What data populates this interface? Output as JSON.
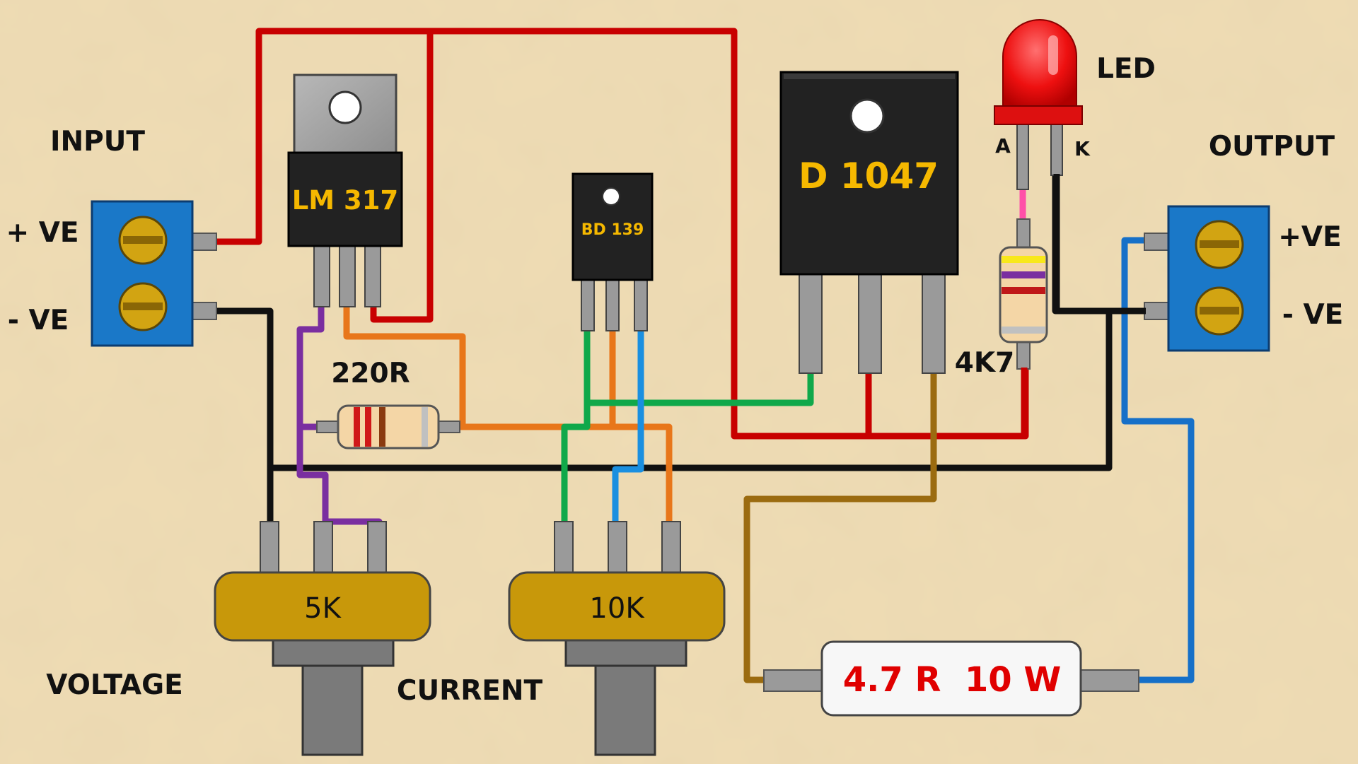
{
  "colors": {
    "background": "#efdcb4",
    "wire_red": "#c80000",
    "wire_black": "#111111",
    "wire_purple": "#7a2ea0",
    "wire_orange": "#e8761a",
    "wire_green": "#10a84a",
    "wire_blue": "#1a8fe0",
    "wire_brown": "#9b6b10",
    "wire_pink": "#ff4fa8",
    "wire_dark_blue": "#1670c8",
    "terminal_block": "#1a78c8",
    "component_black": "#222222",
    "part_label_yellow": "#f5b800",
    "pot_body": "#c8980a",
    "resistor_label_red": "#e00000",
    "led_red": "#ee1010"
  },
  "labels": {
    "input": "INPUT",
    "input_pos": "+ VE",
    "input_neg": "- VE",
    "output": "OUTPUT",
    "output_pos": "+VE",
    "output_neg": "- VE",
    "led": "LED",
    "led_anode": "A",
    "led_cathode": "K",
    "voltage": "VOLTAGE",
    "current": "CURRENT"
  },
  "components": {
    "regulator": "LM 317",
    "driver_transistor": "BD 139",
    "power_transistor": "D 1047",
    "resistor_220": "220R",
    "resistor_4k7": "4K7",
    "pot_voltage": "5K",
    "pot_current": "10K",
    "shunt_resistor": "4.7 R  10 W"
  }
}
